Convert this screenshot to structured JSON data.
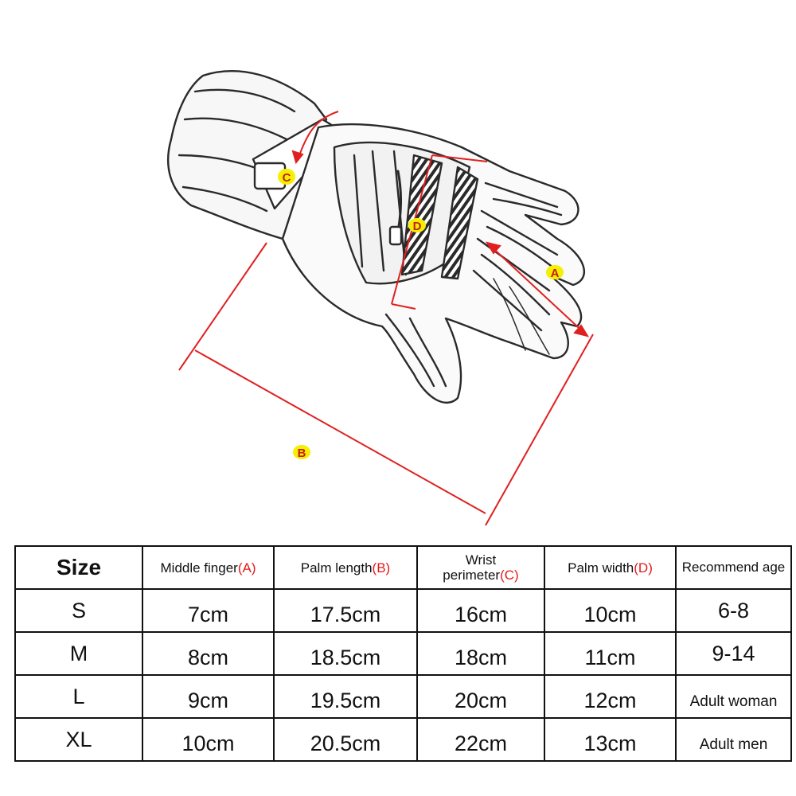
{
  "diagram": {
    "labels": {
      "a": "A",
      "b": "B",
      "c": "C",
      "d": "D"
    },
    "colors": {
      "measure_line": "#e02020",
      "badge_fill": "#f4f000",
      "badge_text": "#cc1a1a",
      "sketch": "#2a2a2a"
    },
    "icon": "glove-sketch-icon"
  },
  "table": {
    "headers": {
      "size": "Size",
      "middle_finger": "Middle finger",
      "middle_finger_code": "(A)",
      "palm_length": "Palm length",
      "palm_length_code": "(B)",
      "wrist_1": "Wrist",
      "wrist_2": "perimeter",
      "wrist_code": "(C)",
      "palm_width": "Palm width",
      "palm_width_code": "(D)",
      "recommend_age": "Recommend age"
    },
    "rows": [
      {
        "size": "S",
        "middle_finger": "7cm",
        "palm_length": "17.5cm",
        "wrist": "16cm",
        "palm_width": "10cm",
        "age": "6-8"
      },
      {
        "size": "M",
        "middle_finger": "8cm",
        "palm_length": "18.5cm",
        "wrist": "18cm",
        "palm_width": "11cm",
        "age": "9-14"
      },
      {
        "size": "L",
        "middle_finger": "9cm",
        "palm_length": "19.5cm",
        "wrist": "20cm",
        "palm_width": "12cm",
        "age": "Adult woman"
      },
      {
        "size": "XL",
        "middle_finger": "10cm",
        "palm_length": "20.5cm",
        "wrist": "22cm",
        "palm_width": "13cm",
        "age": "Adult men"
      }
    ]
  }
}
